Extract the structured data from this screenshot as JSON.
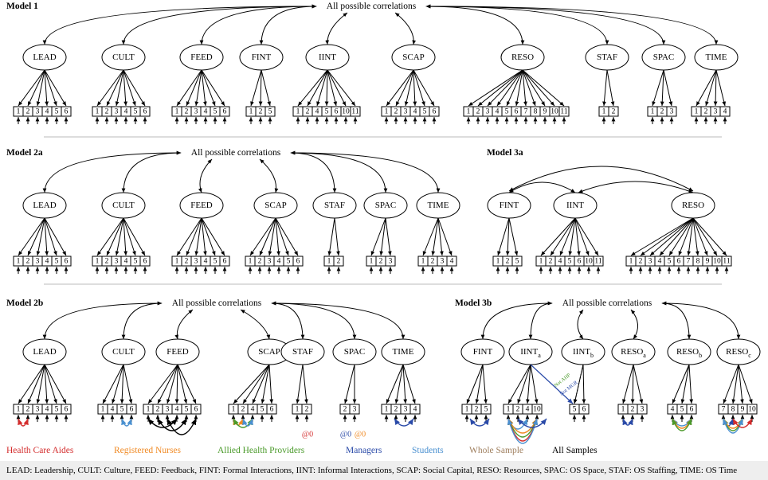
{
  "colors": {
    "line": "#000000",
    "hca": "#d42e2e",
    "rn": "#f08a24",
    "ahp": "#4a9a2a",
    "mgr": "#2a4aa8",
    "stu": "#4a90d0",
    "whole": "#a08060",
    "all": "#000000"
  },
  "common": {
    "corr_label": "All possible correlations"
  },
  "models": [
    {
      "title": "Model 1",
      "factors": [
        {
          "name": "LEAD",
          "items": [
            "1",
            "2",
            "3",
            "4",
            "5",
            "6"
          ]
        },
        {
          "name": "CULT",
          "items": [
            "1",
            "2",
            "3",
            "4",
            "5",
            "6"
          ]
        },
        {
          "name": "FEED",
          "items": [
            "1",
            "2",
            "3",
            "4",
            "5",
            "6"
          ]
        },
        {
          "name": "FINT",
          "items": [
            "1",
            "2",
            "5"
          ]
        },
        {
          "name": "IINT",
          "items": [
            "1",
            "2",
            "4",
            "5",
            "6",
            "10",
            "11"
          ]
        },
        {
          "name": "SCAP",
          "items": [
            "1",
            "2",
            "3",
            "4",
            "5",
            "6"
          ]
        },
        {
          "name": "RESO",
          "items": [
            "1",
            "2",
            "3",
            "4",
            "5",
            "6",
            "7",
            "8",
            "9",
            "10",
            "11"
          ]
        },
        {
          "name": "STAF",
          "items": [
            "1",
            "2"
          ]
        },
        {
          "name": "SPAC",
          "items": [
            "1",
            "2",
            "3"
          ]
        },
        {
          "name": "TIME",
          "items": [
            "1",
            "2",
            "3",
            "4"
          ]
        }
      ]
    },
    {
      "title": "Model 2a",
      "factors": [
        {
          "name": "LEAD",
          "items": [
            "1",
            "2",
            "3",
            "4",
            "5",
            "6"
          ]
        },
        {
          "name": "CULT",
          "items": [
            "1",
            "2",
            "3",
            "4",
            "5",
            "6"
          ]
        },
        {
          "name": "FEED",
          "items": [
            "1",
            "2",
            "3",
            "4",
            "5",
            "6"
          ]
        },
        {
          "name": "SCAP",
          "items": [
            "1",
            "2",
            "3",
            "4",
            "5",
            "6"
          ]
        },
        {
          "name": "STAF",
          "items": [
            "1",
            "2"
          ]
        },
        {
          "name": "SPAC",
          "items": [
            "1",
            "2",
            "3"
          ]
        },
        {
          "name": "TIME",
          "items": [
            "1",
            "2",
            "3",
            "4"
          ]
        }
      ]
    },
    {
      "title": "Model 3a",
      "factors": [
        {
          "name": "FINT",
          "items": [
            "1",
            "2",
            "5"
          ]
        },
        {
          "name": "IINT",
          "items": [
            "1",
            "2",
            "4",
            "5",
            "6",
            "10",
            "11"
          ]
        },
        {
          "name": "RESO",
          "items": [
            "1",
            "2",
            "3",
            "4",
            "5",
            "6",
            "7",
            "8",
            "9",
            "10",
            "11"
          ]
        }
      ]
    },
    {
      "title": "Model 2b",
      "factors": [
        {
          "name": "LEAD",
          "items": [
            "1",
            "2",
            "3",
            "4",
            "5",
            "6"
          ]
        },
        {
          "name": "CULT",
          "items": [
            "1",
            "4",
            "5",
            "6"
          ]
        },
        {
          "name": "FEED",
          "items": [
            "1",
            "2",
            "3",
            "4",
            "5",
            "6"
          ]
        },
        {
          "name": "SCAP",
          "items": [
            "1",
            "2",
            "4",
            "5",
            "6"
          ]
        },
        {
          "name": "STAF",
          "items": [
            "1",
            "2"
          ]
        },
        {
          "name": "SPAC",
          "items": [
            "2",
            "3"
          ]
        },
        {
          "name": "TIME",
          "items": [
            "1",
            "2",
            "3",
            "4"
          ]
        }
      ],
      "notes": [
        "@0",
        "@0",
        "@0"
      ]
    },
    {
      "title": "Model 3b",
      "factors": [
        {
          "name": "FINT",
          "sub": "",
          "items": [
            "1",
            "2",
            "5"
          ]
        },
        {
          "name": "IINT",
          "sub": "a",
          "items": [
            "1",
            "2",
            "4",
            "10"
          ]
        },
        {
          "name": "IINT",
          "sub": "b",
          "items": [
            "5",
            "6"
          ]
        },
        {
          "name": "RESO",
          "sub": "a",
          "items": [
            "1",
            "2",
            "3"
          ]
        },
        {
          "name": "RESO",
          "sub": "b",
          "items": [
            "4",
            "5",
            "6"
          ]
        },
        {
          "name": "RESO",
          "sub": "c",
          "items": [
            "7",
            "8",
            "9",
            "10"
          ]
        }
      ],
      "cross_loadings": [
        "Not AHP",
        "Not MGR"
      ]
    }
  ],
  "legend": [
    "Health Care Aides",
    "Registered Nurses",
    "Allied Health Providers",
    "Managers",
    "Students",
    "Whole Sample",
    "All Samples"
  ],
  "footer": "LEAD: Leadership, CULT: Culture, FEED: Feedback, FINT: Formal Interactions, IINT: Informal Interactions, SCAP: Social Capital, RESO: Resources, SPAC: OS Space, STAF: OS Staffing, TIME: OS Time"
}
